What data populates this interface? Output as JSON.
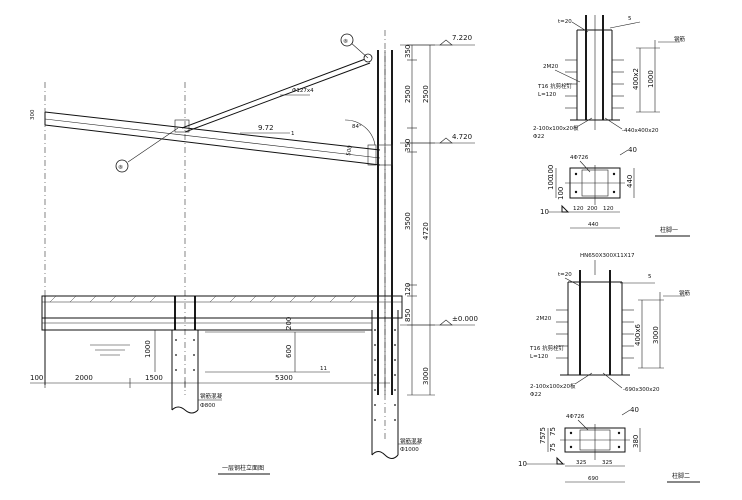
{
  "elevation": {
    "levels": [
      "7.220",
      "4.720",
      "±0.000"
    ],
    "right_dims": [
      "350",
      "2500",
      "2500",
      "350",
      "3500",
      "4720",
      "120",
      "850",
      "3000"
    ],
    "roof_slope": "9.72",
    "slope_ratio": "1",
    "angle": "84°",
    "beam_depth": "500",
    "left_depth": "300",
    "tie_rod": "Φ127x4",
    "bottom_dims": [
      "100",
      "2000",
      "1500",
      "5300"
    ],
    "pier_dims": [
      "1000",
      "600",
      "200"
    ],
    "section_mark": "11",
    "pile_note_1": "钢筋混凝",
    "pile_size_1": "Ф800",
    "pile_note_2": "钢筋混凝",
    "pile_size_2": "Ф1000",
    "detail_mark": "⑧",
    "detail_mark_2": "⑧",
    "title": "一层钢柱立面图"
  },
  "detail1": {
    "t_label": "t=20",
    "tag_5": "5",
    "bolts": "2M20",
    "stud_1": "T16 抗剪栓钉",
    "stud_2": "L=120",
    "plate_1": "2-100x100x20板",
    "plate_2": "Φ22",
    "base_plate": "-440x400x20",
    "dims_v": [
      "400x2",
      "1000"
    ],
    "dims_left": [
      "100",
      "100",
      "100"
    ],
    "dims_right": [
      "440"
    ],
    "dims_bottom": [
      "120",
      "200",
      "120"
    ],
    "width": "440",
    "tag_40": "40",
    "tag_10": "10",
    "anchor": "4Φ726",
    "grade": "钢筋",
    "title": "柱脚一"
  },
  "detail2": {
    "beam": "HN650X300X11X17",
    "t_label": "t=20",
    "tag_5": "5",
    "bolts": "2M20",
    "stud_1": "T16 抗剪栓钉",
    "stud_2": "L=120",
    "plate_1": "2-100x100x20板",
    "plate_2": "Φ22",
    "base_plate": "-690x300x20",
    "dims_v": [
      "400x6",
      "3000"
    ],
    "dims_left": [
      "75",
      "75",
      "75",
      "75"
    ],
    "dims_right": [
      "380"
    ],
    "dims_bottom": [
      "325",
      "325"
    ],
    "width": "690",
    "tag_40": "40",
    "tag_10": "10",
    "anchor": "4Φ726",
    "grade": "钢筋",
    "title": "柱脚二"
  }
}
